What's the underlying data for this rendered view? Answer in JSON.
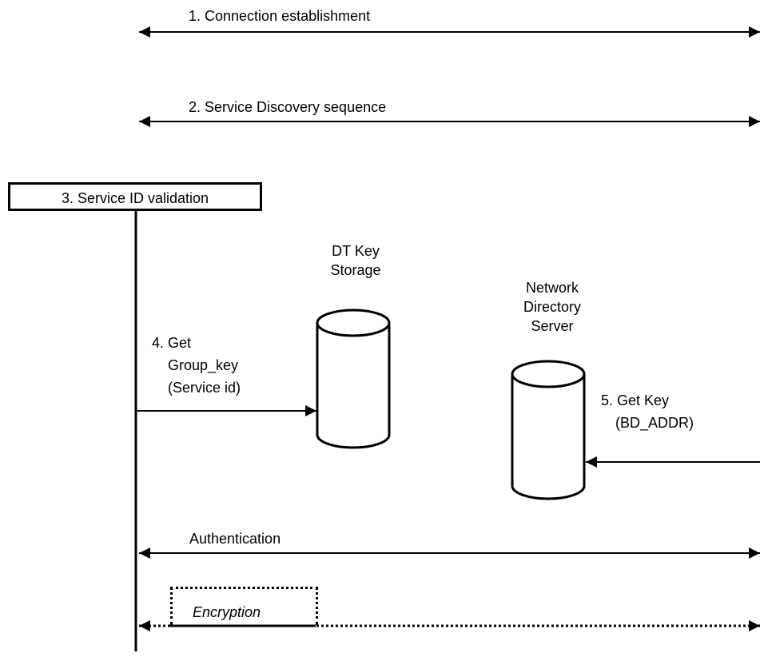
{
  "messages": {
    "connection": "1. Connection establishment",
    "service_discovery": "2. Service Discovery sequence",
    "service_id_validation": "3. Service ID validation",
    "get_group_key": [
      "4. Get",
      "Group_key",
      "(Service id)"
    ],
    "get_key": [
      "5. Get Key",
      "(BD_ADDR)"
    ],
    "authentication": "Authentication",
    "encryption": "Encryption"
  },
  "stores": {
    "dt_key_storage": [
      "DT Key",
      "Storage"
    ],
    "network_directory_server": [
      "Network",
      "Directory",
      "Server"
    ]
  }
}
